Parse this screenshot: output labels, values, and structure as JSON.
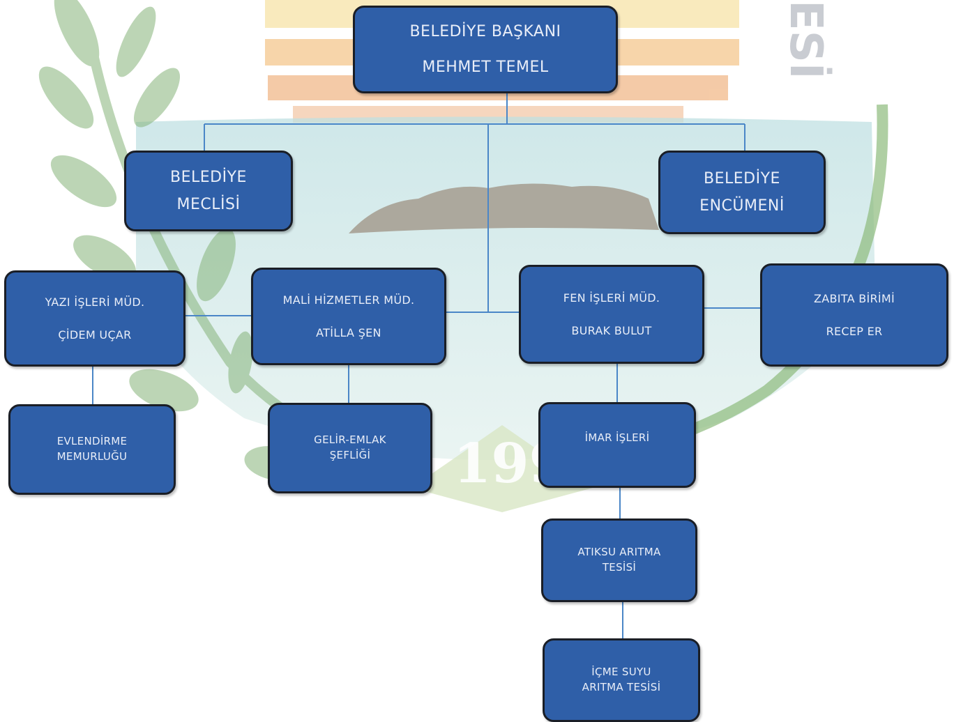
{
  "background": {
    "seal_year": "199",
    "seal_text": "ESİ",
    "colors": {
      "leaf": "#7bab6f",
      "sea": "#a9d4d8",
      "sun": "#f2c36b",
      "box": "#2f5fa8",
      "line": "#4a86c7"
    }
  },
  "nodes": {
    "mayor": {
      "line1": "BELEDİYE BAŞKANI",
      "line2": "MEHMET TEMEL"
    },
    "council": {
      "line1": "BELEDİYE",
      "line2": "MECLİSİ"
    },
    "committee": {
      "line1": "BELEDİYE",
      "line2": "ENCÜMENİ"
    },
    "yazi": {
      "line1": "YAZI İŞLERİ MÜD.",
      "line2": "ÇİDEM UÇAR"
    },
    "mali": {
      "line1": "MALİ HİZMETLER MÜD.",
      "line2": "ATİLLA ŞEN"
    },
    "fen": {
      "line1": "FEN İŞLERİ MÜD.",
      "line2": "BURAK BULUT"
    },
    "zabita": {
      "line1": "ZABITA BİRİMİ",
      "line2": "RECEP ER"
    },
    "evlendirme": {
      "line1": "EVLENDİRME",
      "line2": "MEMURLUĞU"
    },
    "gelir": {
      "line1": "GELİR-EMLAK",
      "line2": "ŞEFLİĞİ"
    },
    "imar": {
      "line1": "İMAR İŞLERİ"
    },
    "atiksu": {
      "line1": "ATIKSU ARITMA",
      "line2": "TESİSİ"
    },
    "icme": {
      "line1": "İÇME SUYU",
      "line2": "ARITMA TESİSİ"
    }
  }
}
